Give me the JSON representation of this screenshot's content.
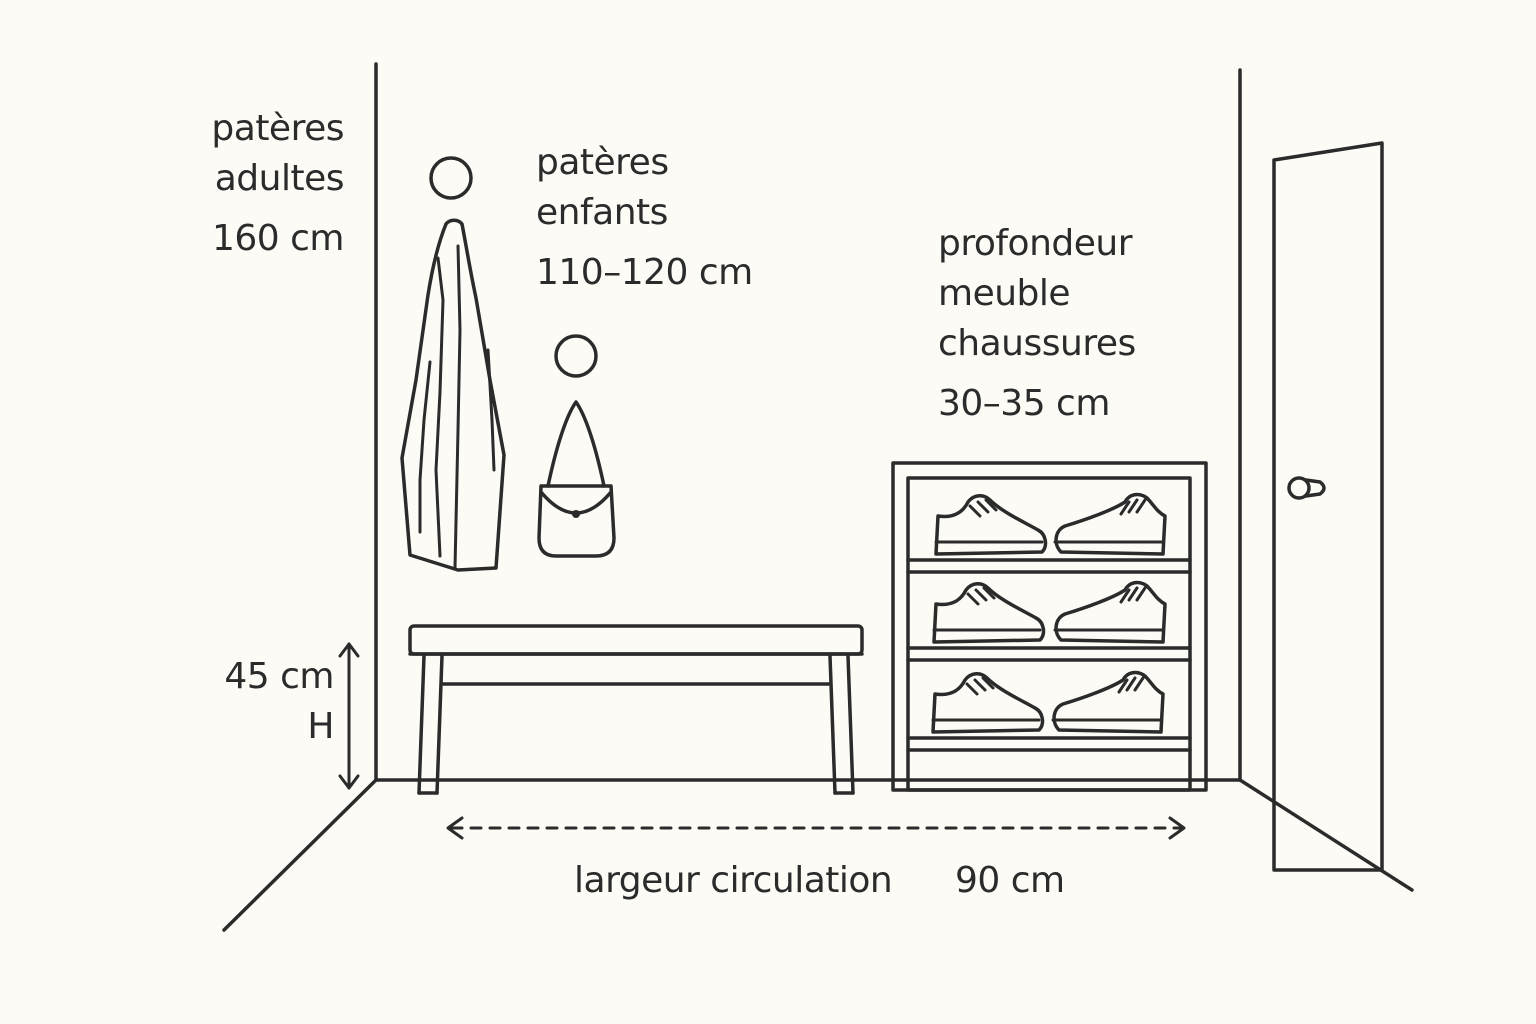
{
  "colors": {
    "background": "#fcfbf5",
    "ink": "#2b2b2b"
  },
  "labels": {
    "adult_hooks": {
      "line1": "patères",
      "line2": "adultes",
      "height": "160 cm"
    },
    "child_hooks": {
      "line1": "patères",
      "line2": "enfants",
      "height": "110–120 cm"
    },
    "shoe_cabinet": {
      "line1": "profondeur",
      "line2": "meuble",
      "line3": "chaussures",
      "depth": "30–35 cm"
    },
    "bench": {
      "height": "45 cm",
      "axis": "H"
    },
    "passage": {
      "label": "largeur circulation",
      "width": "90 cm"
    }
  },
  "icons": [
    "coat-icon",
    "bag-icon",
    "shoe-icon",
    "door-handle-icon",
    "coat-hook-icon"
  ]
}
